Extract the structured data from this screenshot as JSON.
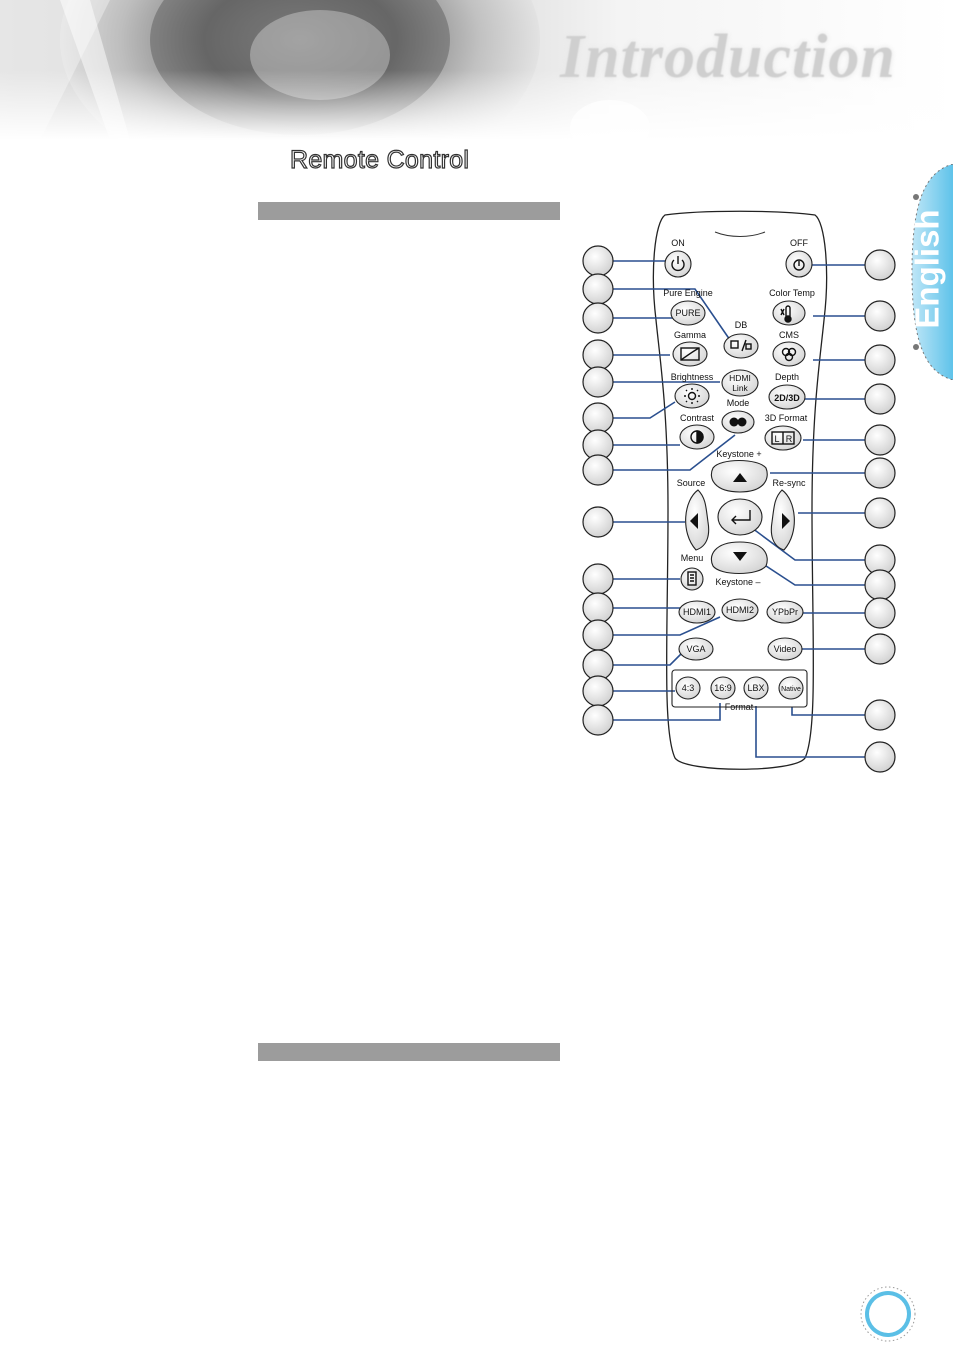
{
  "header": {
    "title": "Introduction"
  },
  "section": {
    "title": "Remote Control"
  },
  "language_tab": {
    "label": "English"
  },
  "remote": {
    "labels": {
      "on": "ON",
      "off": "OFF",
      "pure_engine": "Pure Engine",
      "color_temp": "Color Temp",
      "db": "DB",
      "gamma": "Gamma",
      "cms": "CMS",
      "brightness": "Brightness",
      "depth": "Depth",
      "mode": "Mode",
      "contrast": "Contrast",
      "format_3d": "3D Format",
      "keystone_plus": "Keystone +",
      "source": "Source",
      "resync": "Re-sync",
      "menu": "Menu",
      "keystone_minus": "Keystone –",
      "format": "Format"
    },
    "buttons": {
      "pure": "PURE",
      "hdmi_link_1": "HDMI",
      "hdmi_link_2": "Link",
      "depth_2d3d": "2D/3D",
      "hdmi1": "HDMI1",
      "hdmi2": "HDMI2",
      "ypbpr": "YPbPr",
      "vga": "VGA",
      "video": "Video",
      "r43": "4:3",
      "r169": "16:9",
      "lbx": "LBX",
      "native": "Native",
      "lr_l": "L",
      "lr_r": "R"
    },
    "icons": [
      "power-on-icon",
      "power-off-icon",
      "db-icon",
      "color-temp-icon",
      "gamma-icon",
      "cms-icon",
      "brightness-icon",
      "mode-icon",
      "contrast-icon",
      "3d-format-icon",
      "up-arrow-icon",
      "left-arrow-icon",
      "enter-icon",
      "right-arrow-icon",
      "down-arrow-icon",
      "menu-icon"
    ]
  }
}
